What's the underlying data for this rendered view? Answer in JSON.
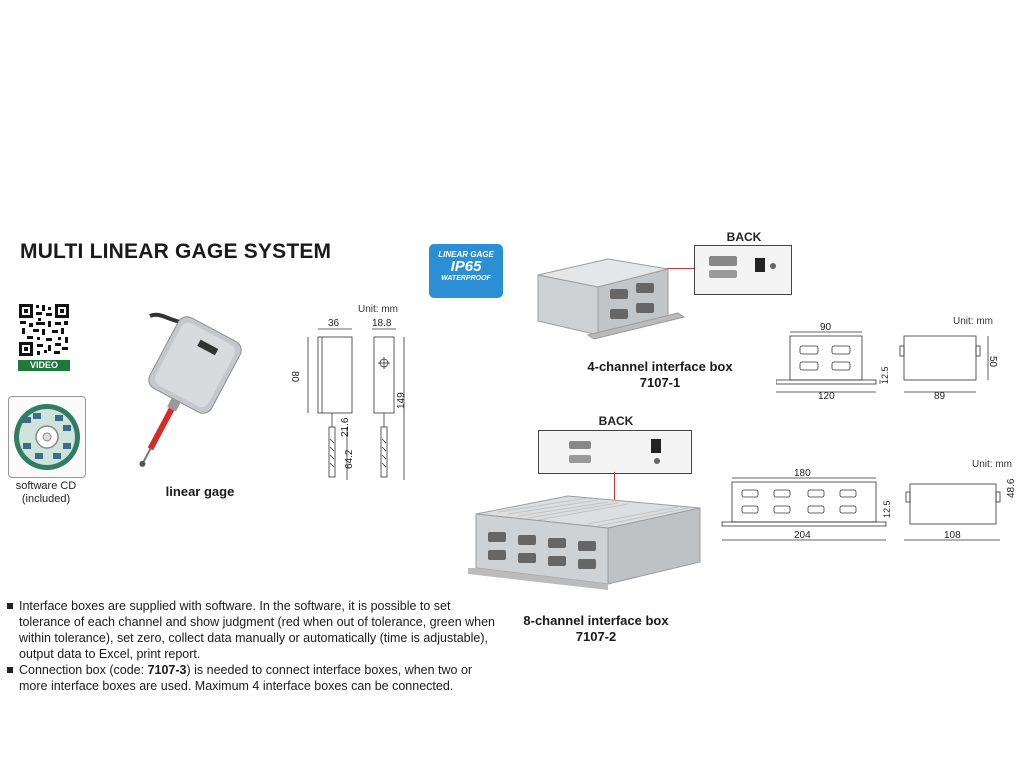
{
  "title": "MULTI LINEAR GAGE SYSTEM",
  "badge": {
    "line1": "LINEAR GAGE",
    "line2": "IP65",
    "line3": "WATERPROOF"
  },
  "qr": {
    "video_label": "VIDEO"
  },
  "software_cd": {
    "line1": "software CD",
    "line2": "(included)"
  },
  "linear_gage": {
    "label": "linear gage"
  },
  "gage_drawing": {
    "unit": "Unit: mm",
    "dims": {
      "width": "36",
      "depth": "18.8",
      "height": "80",
      "total": "149",
      "stroke": "21.6",
      "tip": "64.2"
    }
  },
  "box4": {
    "caption_line1": "4-channel interface box",
    "caption_line2": "7107-1",
    "back_label": "BACK",
    "unit": "Unit: mm",
    "dims": {
      "top": "90",
      "bottom": "120",
      "side_height": "12.5",
      "height": "50",
      "depth": "89"
    }
  },
  "box8": {
    "caption_line1": "8-channel interface box",
    "caption_line2": "7107-2",
    "back_label": "BACK",
    "unit": "Unit: mm",
    "dims": {
      "top": "180",
      "bottom": "204",
      "side_height": "12.5",
      "height": "48.6",
      "depth": "108"
    }
  },
  "notes": [
    {
      "pre": "Interface boxes are supplied with software. In the software, it is possible to set tolerance of each channel and show judgment (red when out of tolerance, green when within tolerance), set zero, collect data manually or automatically (time is adjustable), output data to Excel, print report.",
      "bold": "",
      "post": ""
    },
    {
      "pre": "Connection box (code: ",
      "bold": "7107-3",
      "post": ") is needed to connect interface boxes, when two or more interface boxes are used. Maximum 4 interface boxes can be connected."
    }
  ]
}
